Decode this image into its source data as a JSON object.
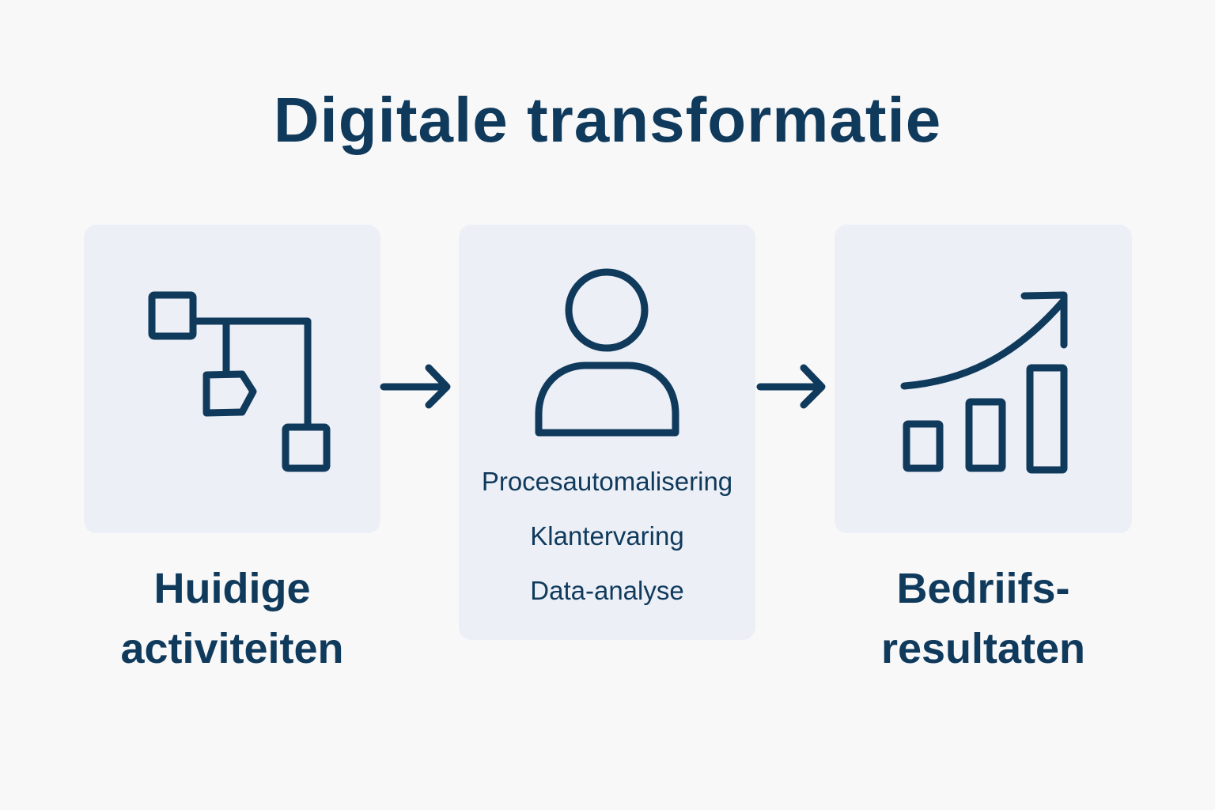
{
  "title": "Digitale transformatie",
  "colors": {
    "background": "#f8f8f9",
    "card": "#eceff6",
    "ink": "#103a5c"
  },
  "steps": [
    {
      "icon": "flowchart-icon",
      "label_line1": "Huidige",
      "label_line2": "activiteiten"
    },
    {
      "icon": "person-icon",
      "items": [
        "Procesautomalisering",
        "Klantervaring",
        "Data-analyse"
      ]
    },
    {
      "icon": "growth-chart-icon",
      "label_line1": "Bedriifs-",
      "label_line2": "resultaten"
    }
  ],
  "connectors": [
    "arrow-right-icon",
    "arrow-right-icon"
  ]
}
